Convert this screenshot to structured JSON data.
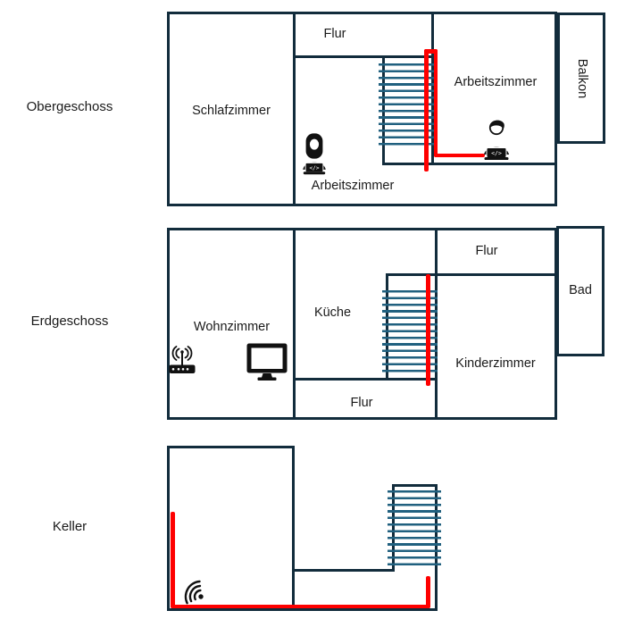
{
  "colors": {
    "wall": "#122c3c",
    "stair_hatch": "#20607f",
    "cable": "#fe0000",
    "text": "#1a1a1a",
    "background": "#ffffff"
  },
  "floors": [
    {
      "id": "obergeschoss",
      "label": "Obergeschoss"
    },
    {
      "id": "erdgeschoss",
      "label": "Erdgeschoss"
    },
    {
      "id": "keller",
      "label": "Keller"
    }
  ],
  "rooms": {
    "og": {
      "schlafzimmer": "Schlafzimmer",
      "flur": "Flur",
      "arbeitszimmer_top": "Arbeitszimmer",
      "arbeitszimmer_bottom": "Arbeitszimmer",
      "balkon": "Balkon"
    },
    "eg": {
      "wohnzimmer": "Wohnzimmer",
      "kueche": "Küche",
      "flur_top": "Flur",
      "bad": "Bad",
      "kinderzimmer": "Kinderzimmer",
      "flur_bottom": "Flur"
    }
  },
  "icons": {
    "laptop_screen_glyph": "</>",
    "person_coding_1": "person-working-at-laptop",
    "person_coding_2": "person-working-at-laptop",
    "router": "wifi-router",
    "monitor": "desktop-monitor",
    "wifi": "wifi-signal"
  }
}
